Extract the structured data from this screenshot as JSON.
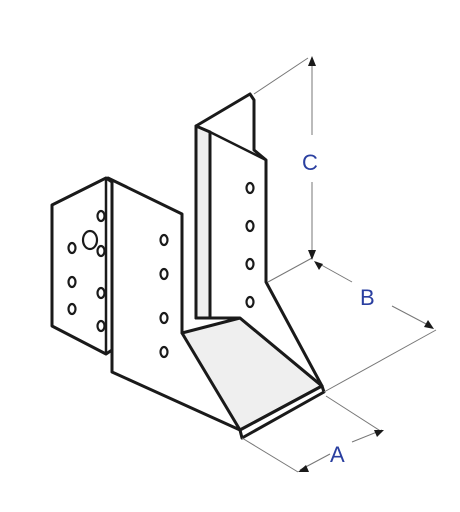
{
  "diagram": {
    "dimensions": [
      {
        "label": "C"
      },
      {
        "label": "B"
      },
      {
        "label": "A"
      }
    ],
    "colors": {
      "label": "#2a3fa0",
      "outline": "#1a1a1a",
      "leader": "#777777"
    }
  }
}
